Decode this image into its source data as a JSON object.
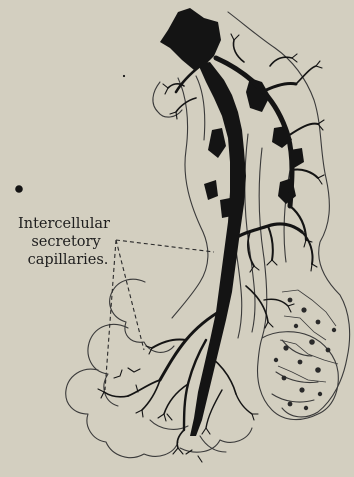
{
  "figure": {
    "label_lines": [
      "Intercellular",
      "secretory",
      "capillaries."
    ]
  },
  "colors": {
    "background": "#d3cfc0",
    "ink": "#141414",
    "outline": "#3a3a3a"
  }
}
